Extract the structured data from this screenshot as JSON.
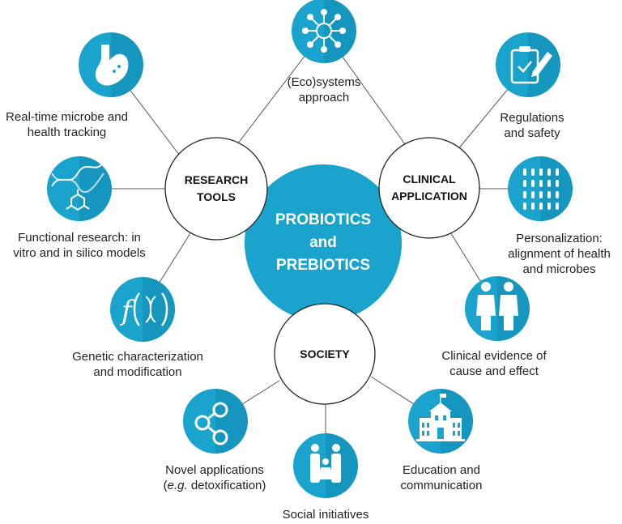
{
  "colors": {
    "accent": "#1aa3cc",
    "accent_dark": "#0d88b0",
    "hub_stroke": "#222222",
    "line": "#555555",
    "text": "#222222"
  },
  "center": {
    "line1": "PROBIOTICS",
    "line2": "and",
    "line3": "PREBIOTICS"
  },
  "hubs": {
    "research": {
      "line1": "RESEARCH",
      "line2": "TOOLS"
    },
    "clinical": {
      "line1": "CLINICAL",
      "line2": "APPLICATION"
    },
    "society": {
      "line1": "SOCIETY"
    }
  },
  "nodes": {
    "ecosystems": {
      "icon": "network-icon",
      "lines": [
        "(Eco)systems",
        "approach"
      ]
    },
    "tracking": {
      "icon": "stomach-icon",
      "lines": [
        "Real-time microbe and",
        "health tracking"
      ]
    },
    "functional": {
      "icon": "dna-molecule-icon",
      "lines": [
        "Functional research: in",
        "vitro and in silico models"
      ]
    },
    "genetic": {
      "icon": "function-dna-icon",
      "lines": [
        "Genetic characterization",
        "and modification"
      ]
    },
    "regulations": {
      "icon": "clipboard-pencil-icon",
      "lines": [
        "Regulations",
        "and safety"
      ]
    },
    "personalization": {
      "icon": "people-grid-icon",
      "lines": [
        "Personalization:",
        "alignment of health",
        "and microbes"
      ]
    },
    "evidence": {
      "icon": "doctor-patient-icon",
      "lines": [
        "Clinical evidence of",
        "cause and effect"
      ]
    },
    "novel": {
      "icon": "molecule-icon",
      "line1_pre": "Novel applications",
      "line2_open": "(",
      "line2_ital": "e.g.",
      "line2_rest": " detoxification)"
    },
    "social": {
      "icon": "family-icon",
      "lines": [
        "Social initiatives"
      ]
    },
    "education": {
      "icon": "school-icon",
      "lines": [
        "Education and",
        "communication"
      ]
    }
  }
}
